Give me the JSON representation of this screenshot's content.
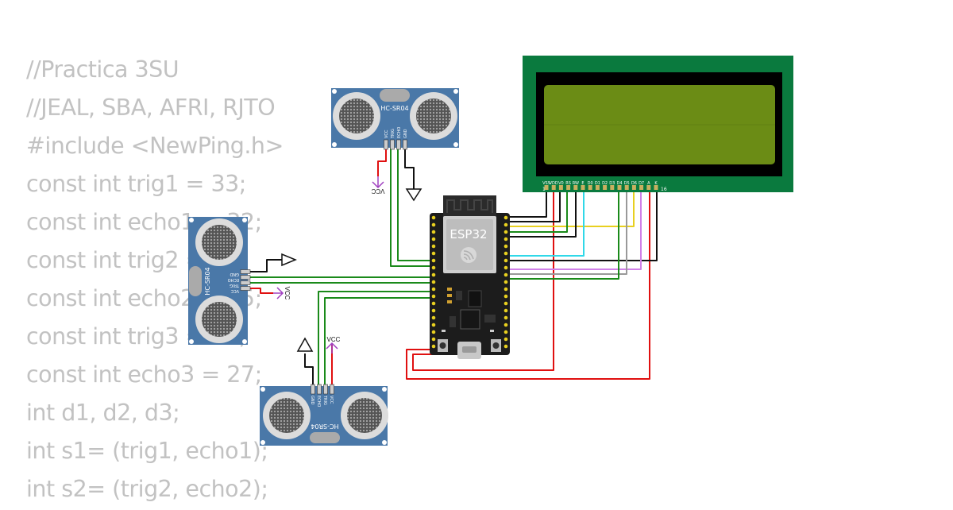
{
  "code_lines": [
    "//Practica 3SU",
    "//JEAL, SBA, AFRI, RJTO",
    "#include <NewPing.h>",
    "const int trig1 = 33;",
    "const int echo1 = 32;",
    "const int trig2 = 25;",
    "const int echo2 = 15;",
    "const int trig3 = 26;",
    "const int echo3 = 27;",
    "int d1, d2, d3;",
    "int s1= (trig1, echo1);",
    "int s2= (trig2, echo2);"
  ],
  "components": {
    "esp32": {
      "label": "ESP32"
    },
    "sensor_model": "HC-SR04",
    "sensor_pins": [
      "VCC",
      "TRIG",
      "ECHO",
      "GND"
    ],
    "lcd": {
      "pins": [
        "VSS",
        "VDD",
        "V0",
        "RS",
        "RW",
        "E",
        "D0",
        "D1",
        "D2",
        "D3",
        "D4",
        "D5",
        "D6",
        "D7",
        "A",
        "K"
      ],
      "pin_first": "1",
      "pin_last": "16"
    }
  },
  "labels": {
    "vcc": "VCC"
  },
  "colors": {
    "pcb_blue": "#4a78a8",
    "lcd_board": "#0a7a3e",
    "lcd_screen": "#6b8c15",
    "esp_board": "#1c1c1c",
    "wire_green": "#1a8a1a",
    "wire_red": "#e01010",
    "wire_black": "#111111",
    "wire_yellow": "#e8d020",
    "wire_cyan": "#30d8e8",
    "wire_violet": "#d080e8",
    "wire_gray": "#999999",
    "code_text": "#c2c2c2"
  }
}
